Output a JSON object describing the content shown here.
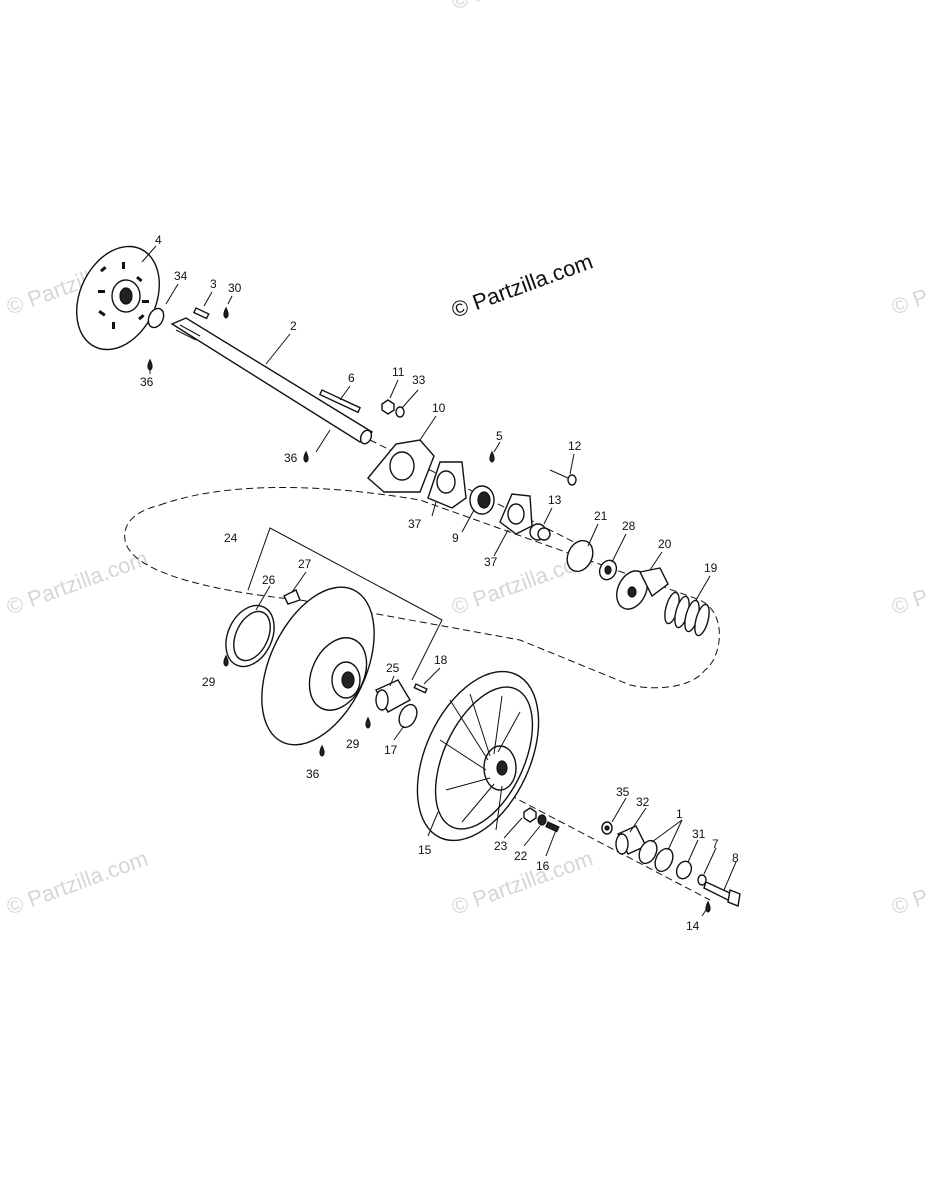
{
  "watermark": "© Partzilla.com",
  "main_watermark": "© Partzilla.com",
  "callouts": [
    "1",
    "2",
    "3",
    "4",
    "5",
    "6",
    "7",
    "8",
    "9",
    "10",
    "11",
    "12",
    "13",
    "14",
    "15",
    "16",
    "17",
    "18",
    "19",
    "20",
    "21",
    "22",
    "23",
    "24",
    "25",
    "26",
    "27",
    "28",
    "29",
    "30",
    "31",
    "32",
    "33",
    "34",
    "35",
    "36",
    "37"
  ],
  "labels": [
    {
      "id": "4",
      "text": "4"
    },
    {
      "id": "34",
      "text": "34"
    },
    {
      "id": "3",
      "text": "3"
    },
    {
      "id": "30",
      "text": "30"
    },
    {
      "id": "2",
      "text": "2"
    },
    {
      "id": "36a",
      "text": "36"
    },
    {
      "id": "6",
      "text": "6"
    },
    {
      "id": "11",
      "text": "11"
    },
    {
      "id": "33",
      "text": "33"
    },
    {
      "id": "10",
      "text": "10"
    },
    {
      "id": "36b",
      "text": "36"
    },
    {
      "id": "5",
      "text": "5"
    },
    {
      "id": "12",
      "text": "12"
    },
    {
      "id": "37a",
      "text": "37"
    },
    {
      "id": "9",
      "text": "9"
    },
    {
      "id": "13",
      "text": "13"
    },
    {
      "id": "37b",
      "text": "37"
    },
    {
      "id": "21",
      "text": "21"
    },
    {
      "id": "28",
      "text": "28"
    },
    {
      "id": "20",
      "text": "20"
    },
    {
      "id": "19",
      "text": "19"
    },
    {
      "id": "24",
      "text": "24"
    },
    {
      "id": "27",
      "text": "27"
    },
    {
      "id": "26",
      "text": "26"
    },
    {
      "id": "29a",
      "text": "29"
    },
    {
      "id": "25",
      "text": "25"
    },
    {
      "id": "18",
      "text": "18"
    },
    {
      "id": "29b",
      "text": "29"
    },
    {
      "id": "17",
      "text": "17"
    },
    {
      "id": "36c",
      "text": "36"
    },
    {
      "id": "15",
      "text": "15"
    },
    {
      "id": "35",
      "text": "35"
    },
    {
      "id": "32",
      "text": "32"
    },
    {
      "id": "1",
      "text": "1"
    },
    {
      "id": "31",
      "text": "31"
    },
    {
      "id": "7",
      "text": "7"
    },
    {
      "id": "8",
      "text": "8"
    },
    {
      "id": "23",
      "text": "23"
    },
    {
      "id": "22",
      "text": "22"
    },
    {
      "id": "16",
      "text": "16"
    },
    {
      "id": "14",
      "text": "14"
    }
  ]
}
